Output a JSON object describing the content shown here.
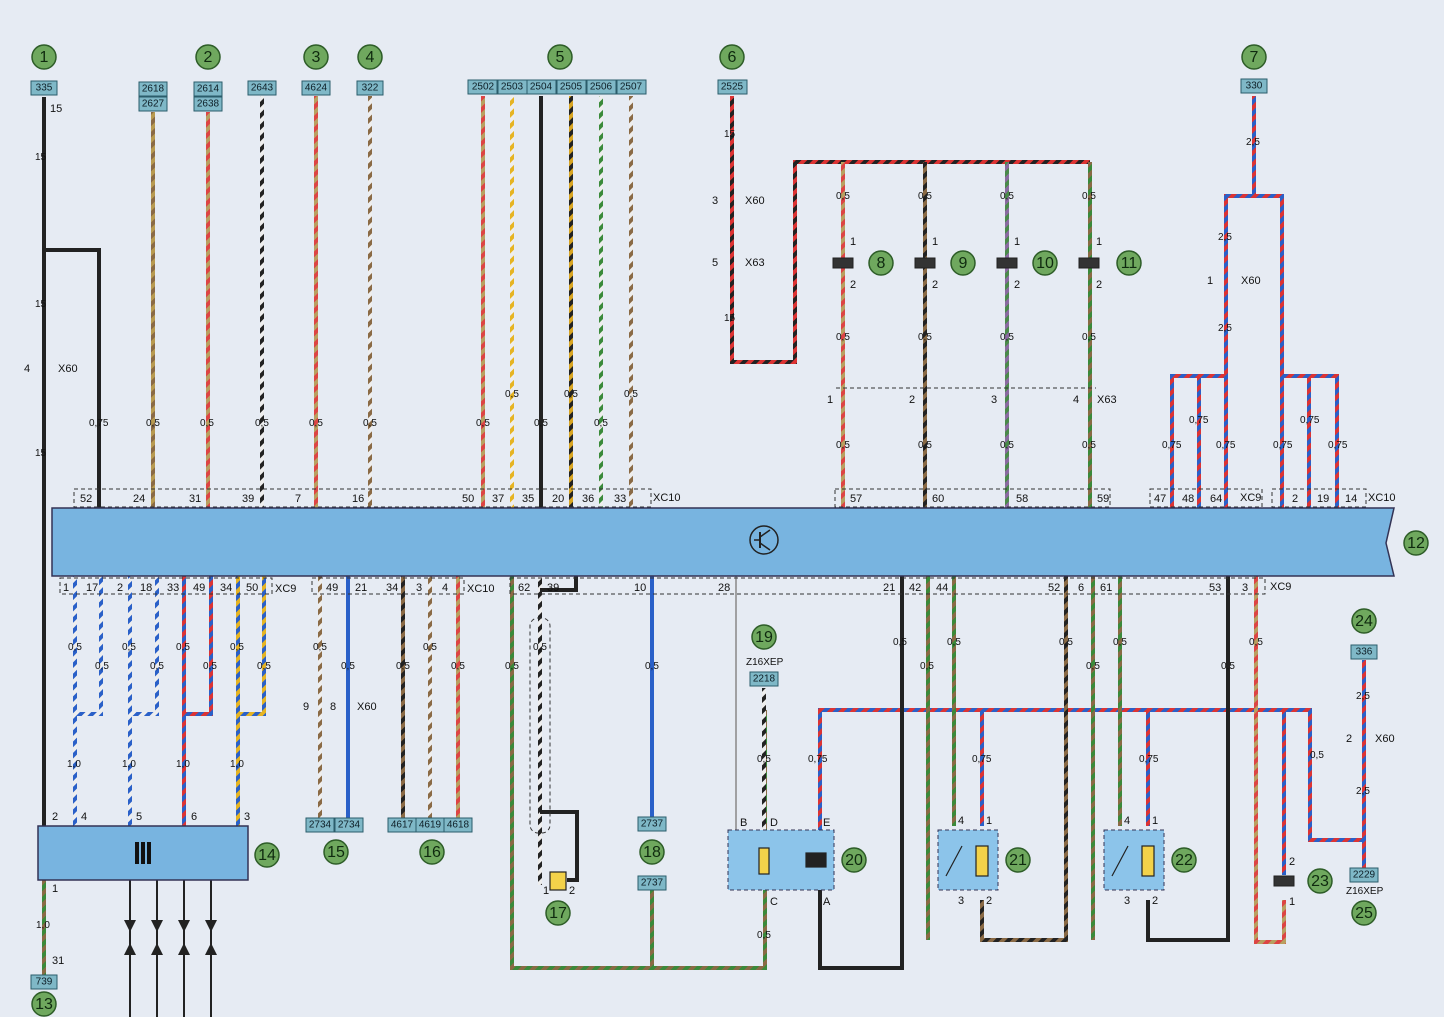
{
  "callouts": {
    "c1": "1",
    "c2": "2",
    "c3": "3",
    "c4": "4",
    "c5": "5",
    "c6": "6",
    "c7": "7",
    "c8": "8",
    "c9": "9",
    "c10": "10",
    "c11": "11",
    "c12": "12",
    "c13": "13",
    "c14": "14",
    "c15": "15",
    "c16": "16",
    "c17": "17",
    "c18": "18",
    "c19": "19",
    "c20": "20",
    "c21": "21",
    "c22": "22",
    "c23": "23",
    "c24": "24",
    "c25": "25"
  },
  "tags": {
    "t335": "335",
    "t2618": "2618",
    "t2627": "2627",
    "t2614": "2614",
    "t2638": "2638",
    "t2643": "2643",
    "t4624": "4624",
    "t322": "322",
    "t2502": "2502",
    "t2503": "2503",
    "t2504": "2504",
    "t2505": "2505",
    "t2506": "2506",
    "t2507": "2507",
    "t2525": "2525",
    "t330": "330",
    "t739": "739",
    "t2734a": "2734",
    "t2734b": "2734",
    "t4617": "4617",
    "t4619": "4619",
    "t4618": "4618",
    "t2737a": "2737",
    "t2737b": "2737",
    "t2218": "2218",
    "t336": "336",
    "t2229": "2229"
  },
  "connectors": {
    "x60": "X60",
    "x63": "X63",
    "xc10": "XC10",
    "xc9": "XC9",
    "z16": "Z16XEP"
  },
  "top_pins": {
    "p52": "52",
    "p24": "24",
    "p31": "31",
    "p39": "39",
    "p7": "7",
    "p16": "16",
    "p50": "50",
    "p37": "37",
    "p35": "35",
    "p20": "20",
    "p36": "36",
    "p33": "33",
    "p57": "57",
    "p60": "60",
    "p58": "58",
    "p59": "59",
    "p47": "47",
    "p48": "48",
    "p64": "64",
    "p2": "2",
    "p19": "19",
    "p14": "14"
  },
  "bottom_pins": {
    "b1": "1",
    "b17": "17",
    "b2": "2",
    "b18": "18",
    "b33": "33",
    "b49": "49",
    "b34": "34",
    "b50": "50",
    "b49b": "49",
    "b21": "21",
    "b34b": "34",
    "b3": "3",
    "b4": "4",
    "b62": "62",
    "b39": "39",
    "b10": "10",
    "b28": "28",
    "b21b": "21",
    "b42": "42",
    "b44": "44",
    "b52": "52",
    "b6": "6",
    "b61": "61",
    "b53": "53",
    "b3b": "3"
  },
  "gauges": {
    "g15": "15",
    "g05": "0,5",
    "g075": "0,75",
    "g10": "1,0",
    "g25": "2,5"
  },
  "pins_misc": {
    "n1": "1",
    "n2": "2",
    "n3": "3",
    "n4": "4",
    "n5": "5",
    "n6": "6",
    "n8": "8",
    "n9": "9",
    "n15": "15",
    "n31": "31",
    "nB": "B",
    "nC": "C",
    "nD": "D",
    "nE": "E",
    "nA": "A"
  },
  "colors": {
    "background": "#e6ebf3",
    "ecu_fill": "#78b4e0",
    "callout_fill": "#6fa85e",
    "tag_fill": "#7fb8c7"
  }
}
